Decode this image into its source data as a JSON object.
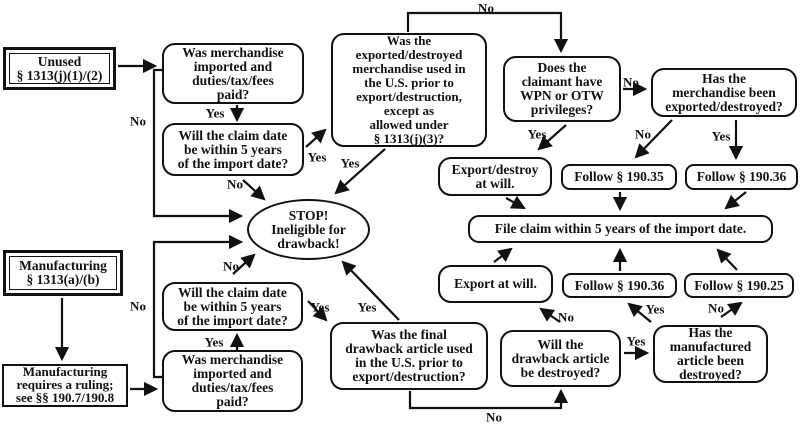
{
  "edge": {
    "yes": "Yes",
    "no": "No"
  },
  "nodes": {
    "unused": "Unused\n§ 1313(j)(1)/(2)",
    "merch_top": "Was merchandise\nimported and\nduties/tax/fees\npaid?",
    "claim_top": "Will the claim date\nbe within 5 years\nof the import date?",
    "used_us": "Was the\nexported/destroyed\nmerchandise used in\nthe U.S. prior to\nexport/destruction,\nexcept as\nallowed under\n§ 1313(j)(3)?",
    "wpn": "Does the\nclaimant have\nWPN or OTW\nprivileges?",
    "exported": "Has the\nmerchandise been\nexported/destroyed?",
    "export_destroy_will": "Export/destroy\nat will.",
    "follow_190_35": "Follow § 190.35",
    "follow_190_36_top": "Follow § 190.36",
    "file_claim": "File claim within 5 years of the import date.",
    "export_will": "Export at will.",
    "follow_190_36_bottom": "Follow § 190.36",
    "follow_190_25": "Follow § 190.25",
    "stop": "STOP!\nIneligible for\ndrawback!",
    "claim_bottom": "Will the claim date\nbe within 5 years\nof the import date?",
    "merch_bottom": "Was merchandise\nimported and\nduties/tax/fees\npaid?",
    "final_article": "Was the final\ndrawback article used\nin the U.S. prior to\nexport/destruction?",
    "drawback_destroyed": "Will the\ndrawback article\nbe destroyed?",
    "manufactured_destroyed": "Has the\nmanufactured\narticle been\ndestroyed?",
    "manufacturing": "Manufacturing\n§ 1313(a)/(b)",
    "ruling": "Manufacturing\nrequires a ruling;\nsee §§ 190.7/190.8"
  },
  "colors": {
    "ink": "#111111",
    "background": "#ffffff"
  }
}
